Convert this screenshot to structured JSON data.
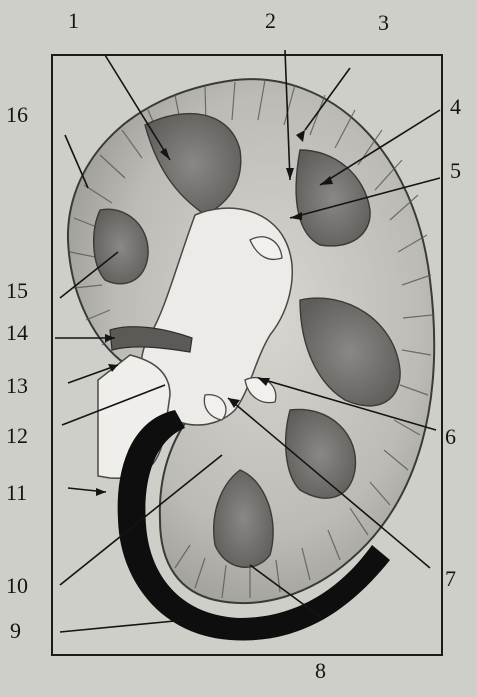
{
  "figure": {
    "labels": [
      "1",
      "2",
      "3",
      "4",
      "5",
      "6",
      "7",
      "8",
      "9",
      "10",
      "11",
      "12",
      "13",
      "14",
      "15",
      "16"
    ]
  },
  "colors": {
    "background": "#cfcfca",
    "tissue_light": "#e9e7e2",
    "tissue_mid": "#a9a7a2",
    "tissue_dark": "#6b6965",
    "capsule_black": "#0e0e0e",
    "ink": "#141414"
  }
}
